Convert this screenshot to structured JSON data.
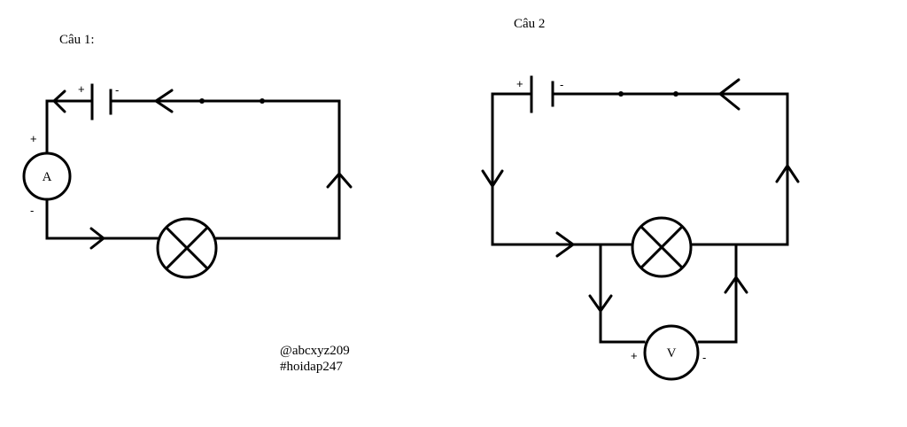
{
  "circuit1": {
    "title": "Câu 1:",
    "battery_plus": "+",
    "battery_minus": "-",
    "ammeter_letter": "A",
    "ammeter_plus": "+",
    "ammeter_minus": "-"
  },
  "circuit2": {
    "title": "Câu 2",
    "battery_plus": "+",
    "battery_minus": "-",
    "voltmeter_letter": "V",
    "voltmeter_plus": "+",
    "voltmeter_minus": "-"
  },
  "watermark": {
    "line1": "@abcxyz209",
    "line2": "#hoidap247"
  }
}
